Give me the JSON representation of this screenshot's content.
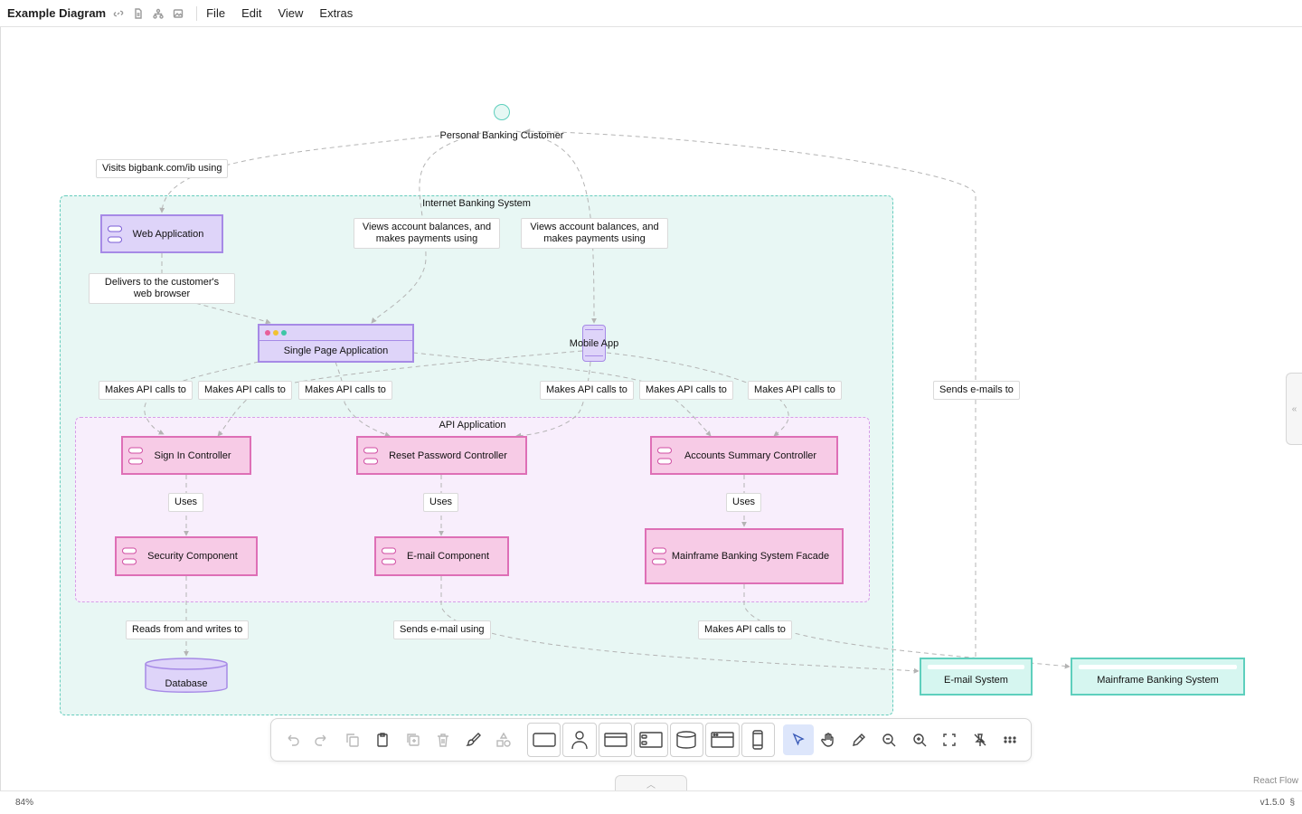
{
  "header": {
    "title": "Example Diagram",
    "icons": [
      "link-icon",
      "file-icon",
      "hierarchy-icon",
      "image-icon"
    ],
    "menu": [
      "File",
      "Edit",
      "View",
      "Extras"
    ]
  },
  "diagram": {
    "person": "Personal Banking Customer",
    "groups": {
      "internet_banking": "Internet Banking System",
      "api_application": "API Application"
    },
    "nodes": {
      "web_app": "Web Application",
      "spa": "Single Page Application",
      "mobile_app": "Mobile App",
      "sign_in": "Sign In Controller",
      "reset_password": "Reset Password Controller",
      "accounts_summary": "Accounts Summary Controller",
      "security": "Security Component",
      "email_component": "E-mail Component",
      "mainframe_facade": "Mainframe Banking System Facade",
      "database": "Database",
      "email_system": "E-mail System",
      "mainframe_system": "Mainframe Banking System"
    },
    "edge_labels": {
      "visits": "Visits bigbank.com/ib using",
      "views_1": "Views account balances, and makes payments using",
      "views_2": "Views account balances, and makes payments using",
      "delivers": "Delivers to the customer's web browser",
      "api_calls": "Makes API calls to",
      "sends_emails_to": "Sends e-mails to",
      "uses": "Uses",
      "reads_writes": "Reads from and writes to",
      "sends_email_using": "Sends e-mail using"
    },
    "colors": {
      "container_purple": "#ded4f9",
      "component_pink": "#f7cbe6",
      "external_teal": "#d6f6f0",
      "group_teal_bg": "#e8f7f4",
      "group_pink_bg": "#f8eefc"
    }
  },
  "toolbar": {
    "tools": [
      "undo-icon",
      "redo-icon",
      "copy-icon",
      "paste-icon",
      "duplicate-icon",
      "delete-icon",
      "brush-icon",
      "shapes-icon",
      "rectangle-shape",
      "person-shape",
      "container-shape",
      "component-shape",
      "database-shape",
      "browser-shape",
      "mobile-shape",
      "select-icon",
      "pan-icon",
      "pencil-icon",
      "zoom-out-icon",
      "zoom-in-icon",
      "fit-view-icon",
      "snap-off-icon",
      "more-icon"
    ]
  },
  "footer": {
    "attribution": "React Flow",
    "zoom": "84%",
    "version": "v1.5.0",
    "section_mark": "§"
  }
}
